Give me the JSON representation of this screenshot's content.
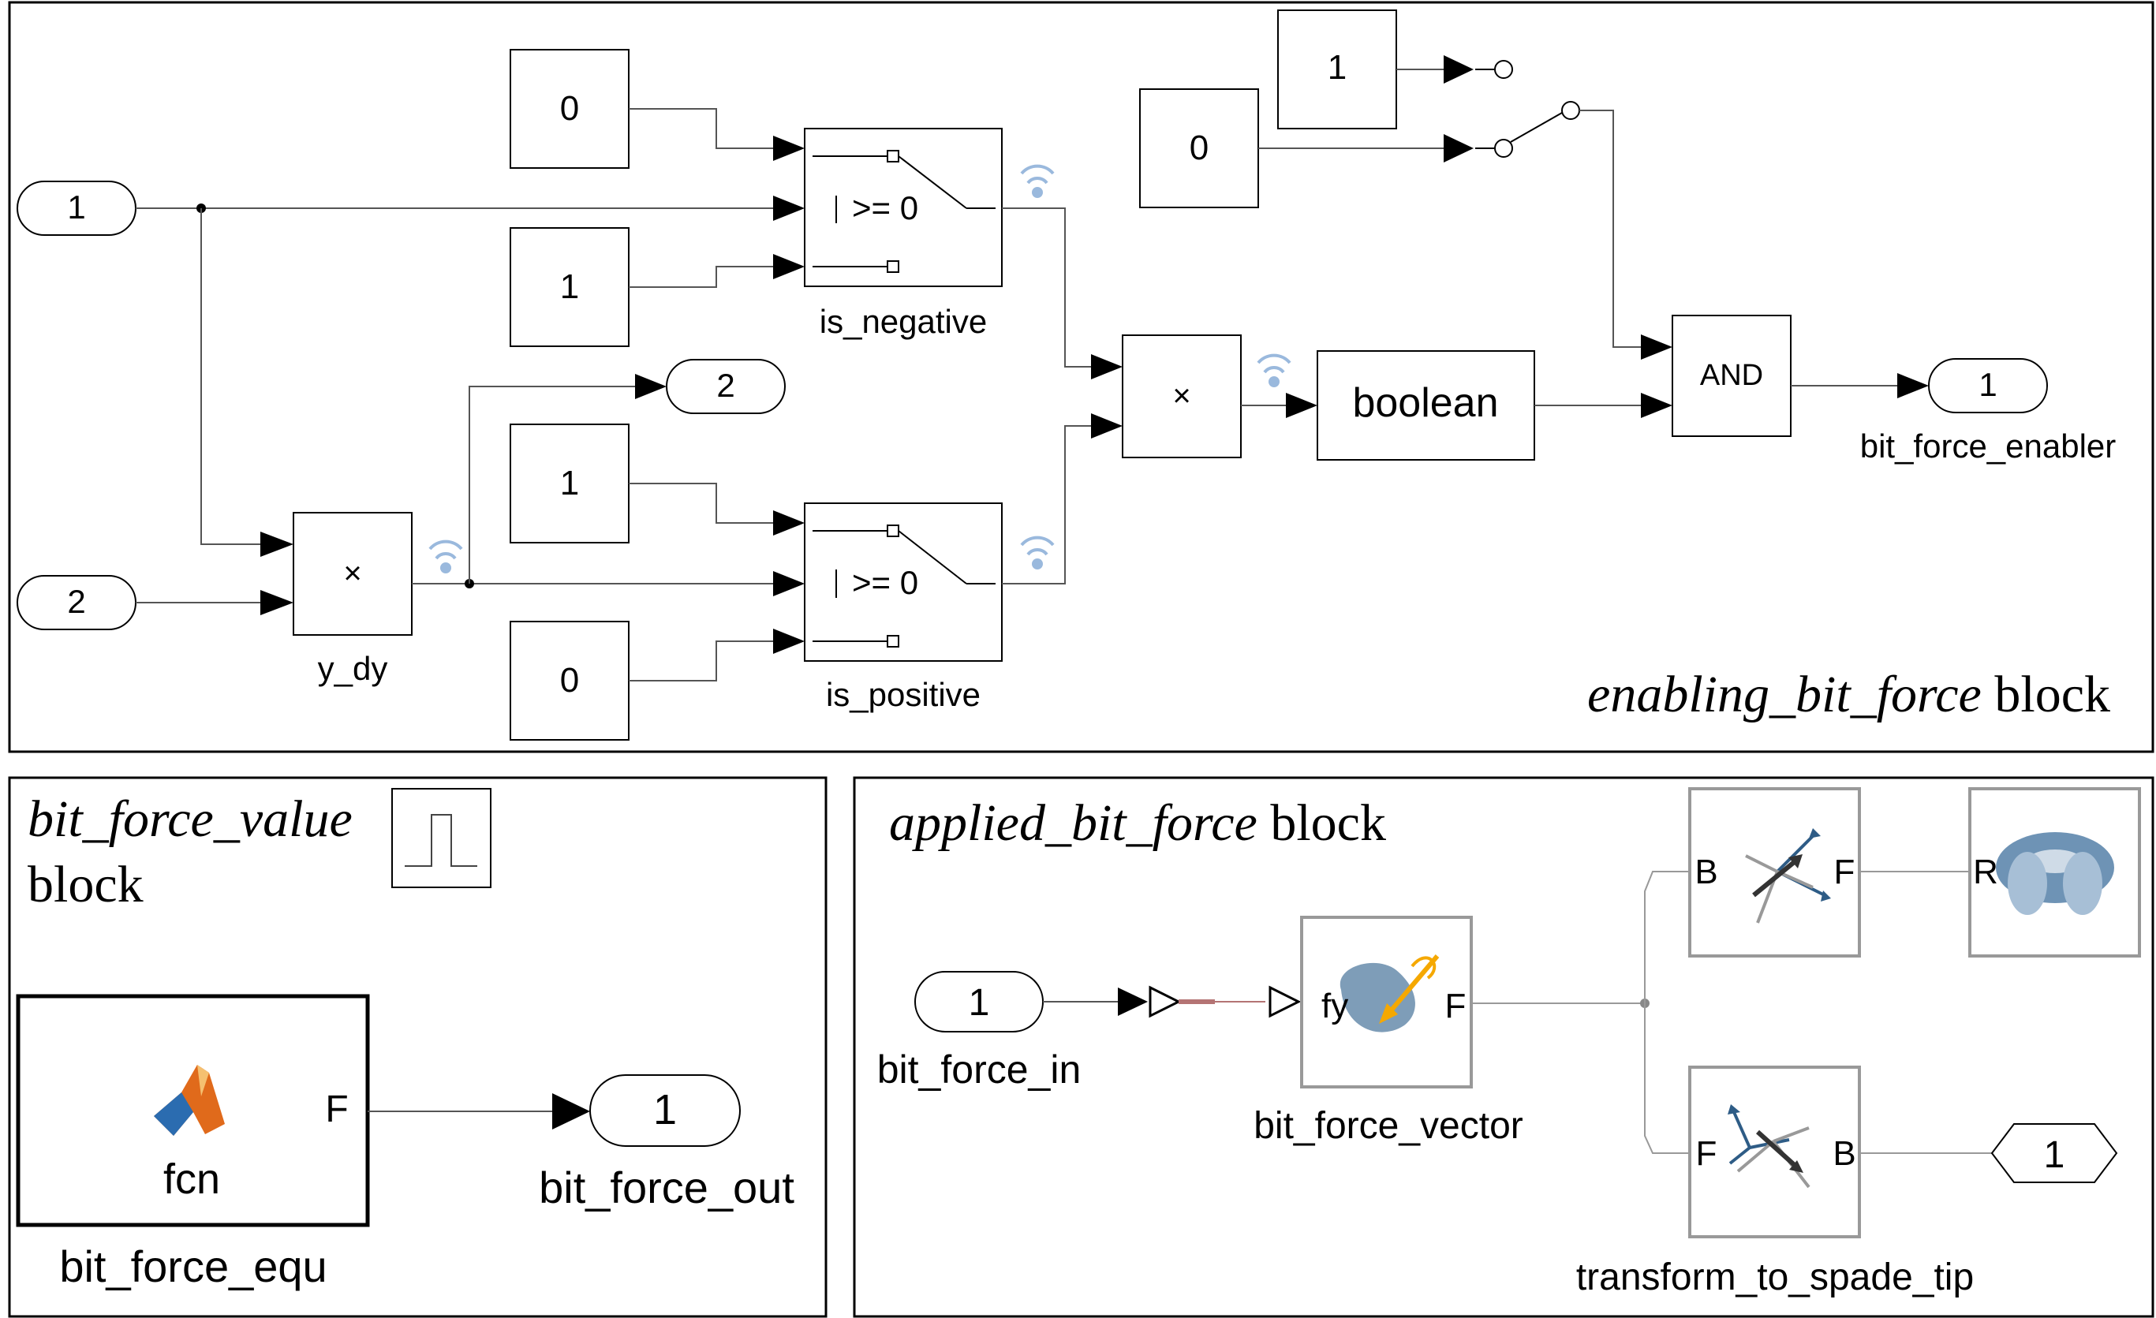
{
  "panels": {
    "top": {
      "title_italic": "enabling_bit_force",
      "title_plain": " block"
    },
    "bottom_left": {
      "title_italic": "bit_force_value",
      "title_plain": "block"
    },
    "bottom_right": {
      "title_italic": "applied_bit_force",
      "title_plain": " block"
    }
  },
  "top": {
    "inport1": "1",
    "inport2": "2",
    "const_a": "0",
    "const_b": "1",
    "const_c": "1",
    "const_d": "0",
    "const_e": "1",
    "const_f": "0",
    "switch_threshold_1": ">= 0",
    "switch_threshold_2": ">= 0",
    "switch1_label": "is_negative",
    "switch2_label": "is_positive",
    "product_label": "y_dy",
    "outport2": "2",
    "product_symbol": "×",
    "product2_symbol": "×",
    "boolean_label": "boolean",
    "and_label": "AND",
    "outport1": "1",
    "outport1_label": "bit_force_enabler"
  },
  "bottom_left": {
    "fcn_label": "fcn",
    "fcn_port": "F",
    "fcn_block_label": "bit_force_equ",
    "outport": "1",
    "outport_label": "bit_force_out"
  },
  "bottom_right": {
    "inport": "1",
    "inport_label": "bit_force_in",
    "force_port_in": "fy",
    "force_port_out": "F",
    "force_block_label": "bit_force_vector",
    "tf1_left": "B",
    "tf1_right": "F",
    "solid_port": "R",
    "tf2_left": "F",
    "tf2_right": "B",
    "tf_label": "transform_to_spade_tip",
    "goto": "1"
  },
  "colors": {
    "signal_icon": "#9ab9dd",
    "matlab_orange": "#e06a1b",
    "matlab_blue": "#2b6cb0",
    "force_yellow": "#f5a800",
    "force_blob": "#7e9db8",
    "frame_blue": "#2e5c86",
    "torus_blue": "#6e93b5"
  }
}
